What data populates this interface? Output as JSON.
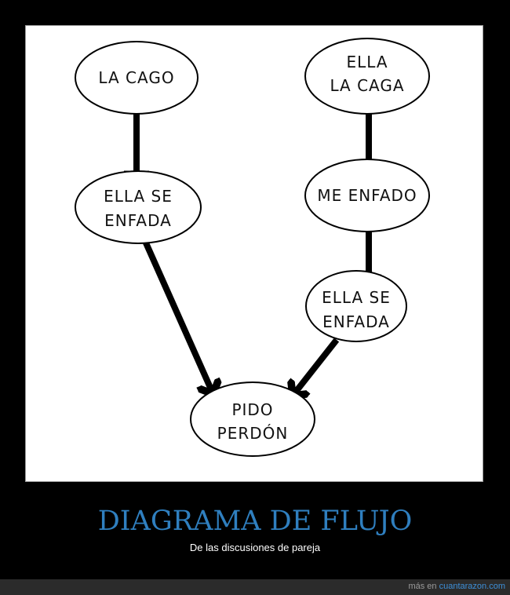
{
  "nodes": {
    "la_cago": [
      "LA CAGO"
    ],
    "ella_la_caga": [
      "ELLA",
      "LA CAGA"
    ],
    "ella_se_enfada_left": [
      "ELLA SE",
      "ENFADA"
    ],
    "me_enfado": [
      "ME ENFADO"
    ],
    "ella_se_enfada_right": [
      "ELLA SE",
      "ENFADA"
    ],
    "pido_perdon": [
      "PIDO",
      "PERDÓN"
    ]
  },
  "caption": {
    "title": "DIAGRAMA DE FLUJO",
    "subtitle": "De las discusiones de pareja"
  },
  "footer": {
    "prefix": "más en",
    "site": "cuantarazon.com"
  }
}
